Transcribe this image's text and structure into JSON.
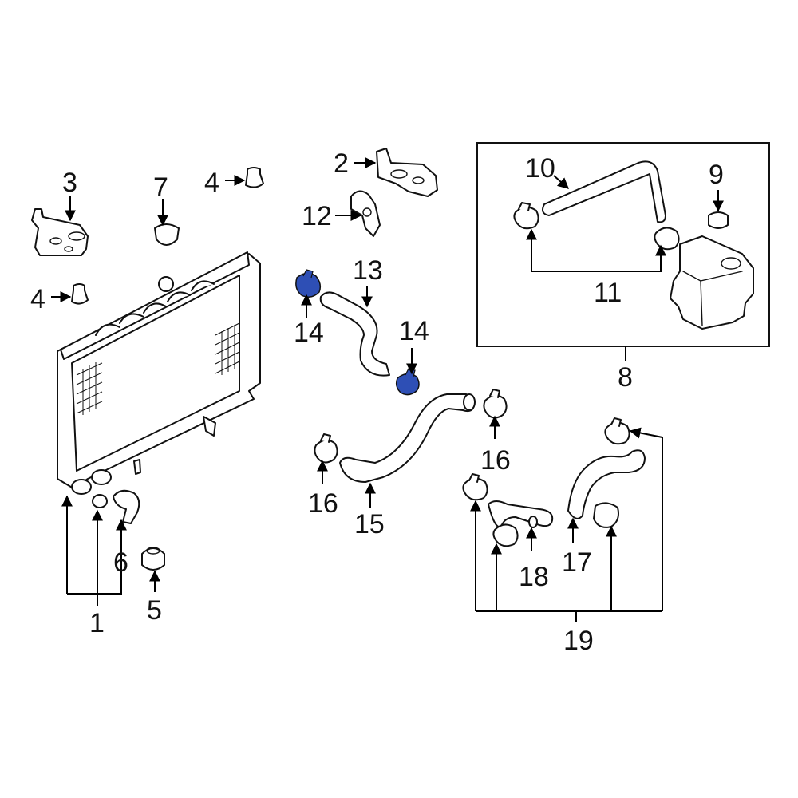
{
  "labels": {
    "p1": "1",
    "p2": "2",
    "p3": "3",
    "p4a": "4",
    "p4b": "4",
    "p5": "5",
    "p6": "6",
    "p7": "7",
    "p8": "8",
    "p9": "9",
    "p10": "10",
    "p11": "11",
    "p12": "12",
    "p13": "13",
    "p14a": "14",
    "p14b": "14",
    "p15": "15",
    "p16a": "16",
    "p16b": "16",
    "p17": "17",
    "p18": "18",
    "p19": "19"
  },
  "colors": {
    "line": "#111111",
    "highlight": "#2e4fb5",
    "background": "#ffffff"
  }
}
